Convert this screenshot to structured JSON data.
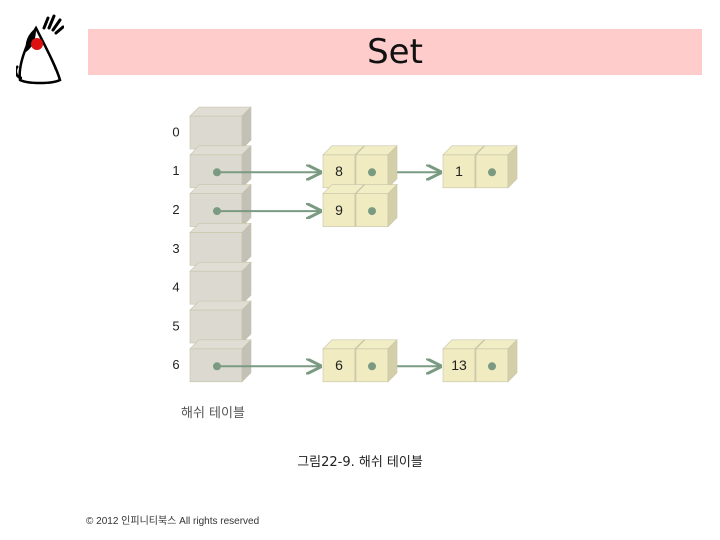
{
  "title": "Set",
  "hash_table": {
    "label": "해쉬 테이블",
    "slots": [
      "0",
      "1",
      "2",
      "3",
      "4",
      "5",
      "6"
    ],
    "chains": [
      {
        "slot": 1,
        "nodes": [
          "8",
          "1"
        ]
      },
      {
        "slot": 2,
        "nodes": [
          "9"
        ]
      },
      {
        "slot": 6,
        "nodes": [
          "6",
          "13"
        ]
      }
    ]
  },
  "caption": "그림22-9. 해쉬 테이블",
  "footer": {
    "copyright": "© 2012 인피니티북스 All rights reserved"
  },
  "colors": {
    "title_bar": "#ffcccc",
    "bucket_face": "#dcdad0",
    "node_face": "#f0ebc0",
    "arrow": "#7a9a82"
  }
}
